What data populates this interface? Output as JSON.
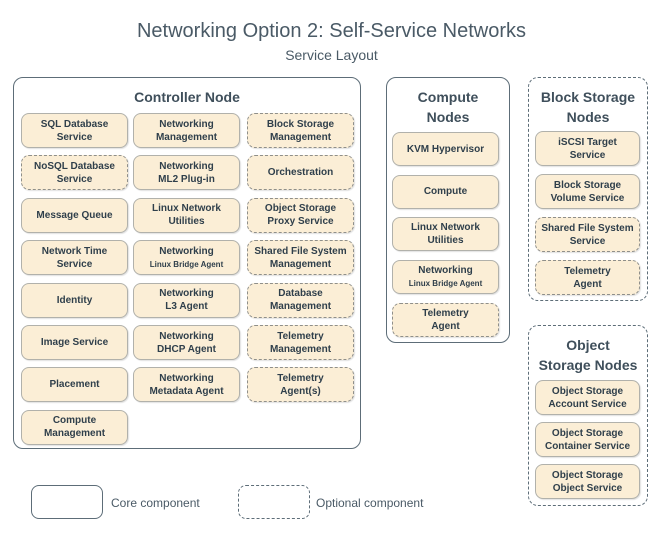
{
  "title": "Networking Option 2: Self-Service Networks",
  "subtitle": "Service Layout",
  "controller": {
    "title": "Controller Node",
    "col1": [
      {
        "l1": "SQL Database",
        "l2": "Service",
        "optional": false
      },
      {
        "l1": "NoSQL Database",
        "l2": "Service",
        "optional": true
      },
      {
        "l1": "Message Queue",
        "l2": "",
        "optional": false
      },
      {
        "l1": "Network Time",
        "l2": "Service",
        "optional": false
      },
      {
        "l1": "Identity",
        "l2": "",
        "optional": false
      },
      {
        "l1": "Image Service",
        "l2": "",
        "optional": false
      },
      {
        "l1": "Placement",
        "l2": "",
        "optional": false
      },
      {
        "l1": "Compute",
        "l2": "Management",
        "optional": false
      }
    ],
    "col2": [
      {
        "l1": "Networking",
        "l2": "Management",
        "small": false,
        "optional": false
      },
      {
        "l1": "Networking",
        "l2": "ML2 Plug-in",
        "small": false,
        "optional": false
      },
      {
        "l1": "Linux Network",
        "l2": "Utilities",
        "small": false,
        "optional": false
      },
      {
        "l1": "Networking",
        "l2": "Linux Bridge Agent",
        "small": true,
        "optional": false
      },
      {
        "l1": "Networking",
        "l2": "L3 Agent",
        "small": false,
        "optional": false
      },
      {
        "l1": "Networking",
        "l2": "DHCP Agent",
        "small": false,
        "optional": false
      },
      {
        "l1": "Networking",
        "l2": "Metadata Agent",
        "small": false,
        "optional": false
      }
    ],
    "col3": [
      {
        "l1": "Block Storage",
        "l2": "Management",
        "optional": true
      },
      {
        "l1": "Orchestration",
        "l2": "",
        "optional": true
      },
      {
        "l1": "Object Storage",
        "l2": "Proxy Service",
        "optional": true
      },
      {
        "l1": "Shared File System",
        "l2": "Management",
        "optional": true
      },
      {
        "l1": "Database",
        "l2": "Management",
        "optional": true
      },
      {
        "l1": "Telemetry",
        "l2": "Management",
        "optional": true
      },
      {
        "l1": "Telemetry",
        "l2": "Agent(s)",
        "optional": true
      }
    ]
  },
  "compute": {
    "title1": "Compute",
    "title2": "Nodes",
    "items": [
      {
        "l1": "KVM Hypervisor",
        "l2": "",
        "small": false,
        "optional": false
      },
      {
        "l1": "Compute",
        "l2": "",
        "small": false,
        "optional": false
      },
      {
        "l1": "Linux Network",
        "l2": "Utilities",
        "small": false,
        "optional": false
      },
      {
        "l1": "Networking",
        "l2": "Linux Bridge Agent",
        "small": true,
        "optional": false
      },
      {
        "l1": "Telemetry",
        "l2": "Agent",
        "small": false,
        "optional": true
      }
    ]
  },
  "block": {
    "title1": "Block Storage",
    "title2": "Nodes",
    "items": [
      {
        "l1": "iSCSI Target",
        "l2": "Service",
        "optional": false
      },
      {
        "l1": "Block Storage",
        "l2": "Volume Service",
        "optional": false
      },
      {
        "l1": "Shared File System",
        "l2": "Service",
        "optional": true
      },
      {
        "l1": "Telemetry",
        "l2": "Agent",
        "optional": true
      }
    ]
  },
  "object": {
    "title1": "Object",
    "title2": "Storage Nodes",
    "items": [
      {
        "l1": "Object Storage",
        "l2": "Account Service",
        "optional": false
      },
      {
        "l1": "Object Storage",
        "l2": "Container Service",
        "optional": false
      },
      {
        "l1": "Object Storage",
        "l2": "Object Service",
        "optional": false
      }
    ]
  },
  "legend": {
    "core": "Core component",
    "optional": "Optional component"
  },
  "colors": {
    "box_fill": "#fbeed6",
    "border": "#5d6d78",
    "text": "#3b4a55"
  }
}
